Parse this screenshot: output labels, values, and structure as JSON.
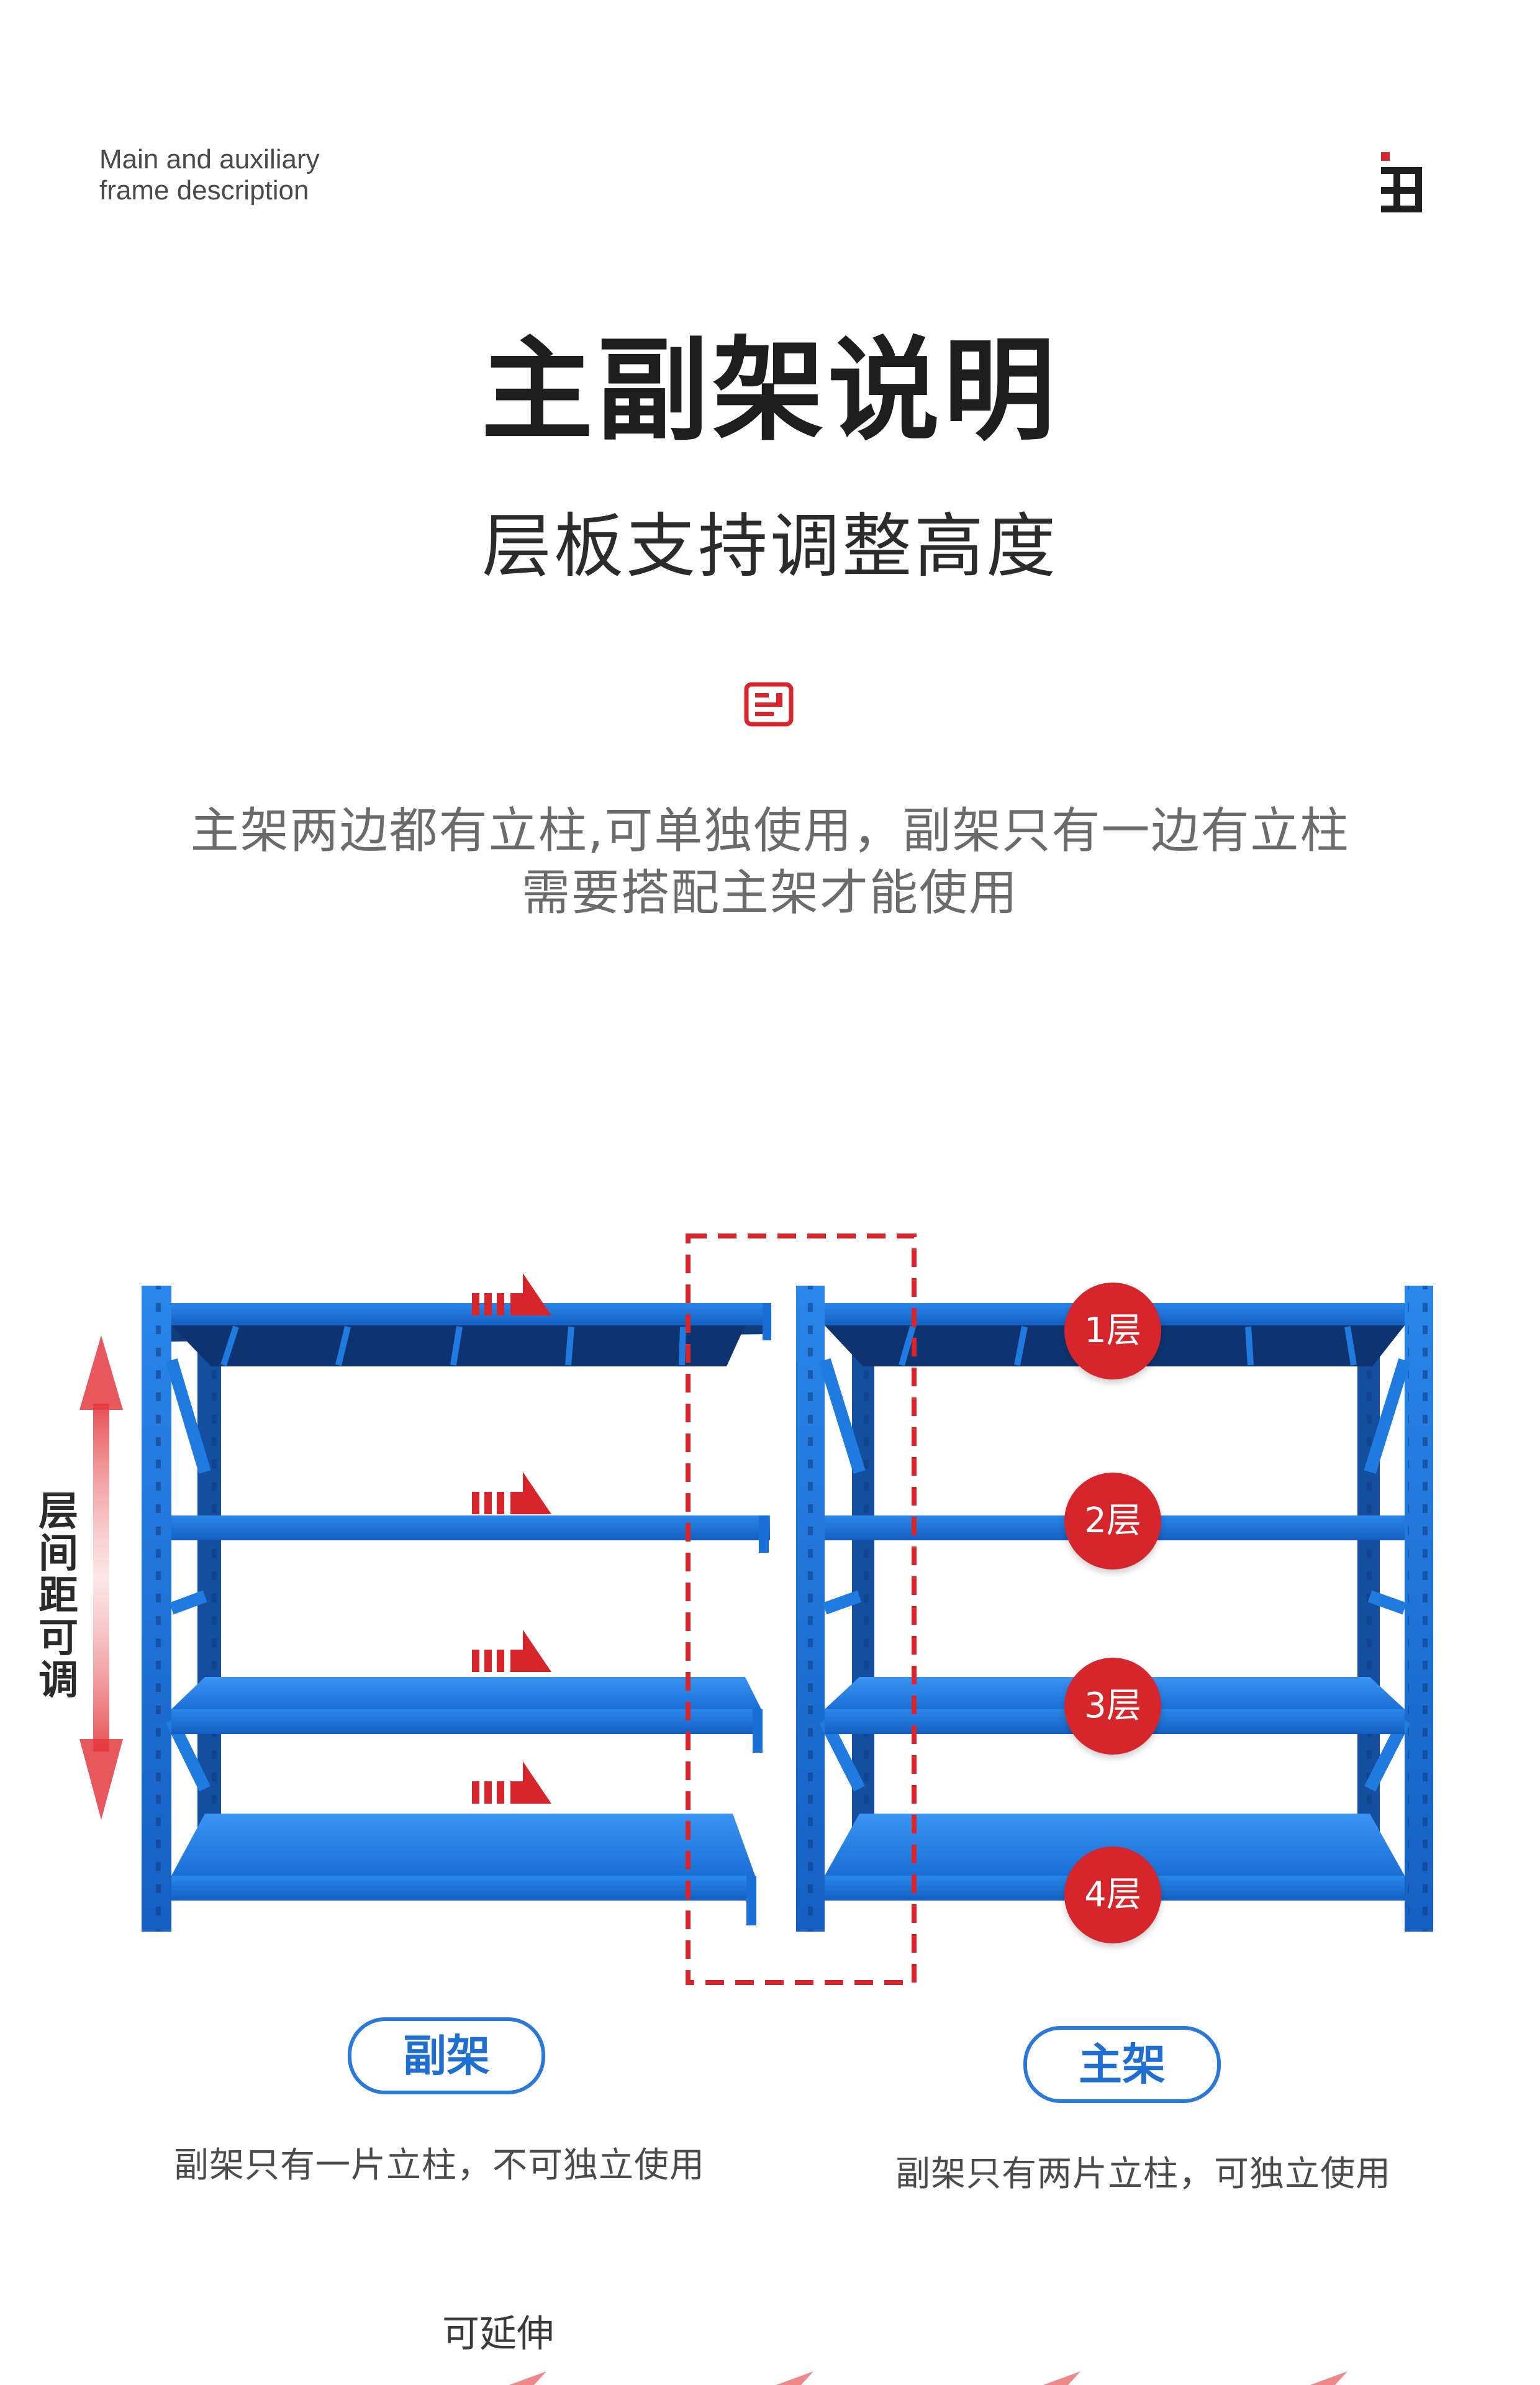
{
  "header": {
    "caption_line1": "Main and auxiliary",
    "caption_line2": "frame description",
    "title": "主副架说明",
    "subtitle": "层板支持调整高度"
  },
  "description": {
    "line1": "主架两边都有立柱,可单独使用，副架只有一边有立柱",
    "line2": "需要搭配主架才能使用"
  },
  "diagram": {
    "adjust_label": [
      "层",
      "间",
      "距",
      "可",
      "调"
    ],
    "layers": [
      "1层",
      "2层",
      "3层",
      "4层"
    ]
  },
  "labels": {
    "sub_frame": "副架",
    "main_frame": "主架",
    "sub_note": "副架只有一片立柱，不可独立使用",
    "main_note": "副架只有两片立柱，可独立使用",
    "extend": "可延伸"
  },
  "colors": {
    "rack_blue": "#1f7be0",
    "accent_red": "#d6252b",
    "pill_blue": "#2a79d8"
  },
  "icons": [
    "frame-logo-icon",
    "arrow-icon",
    "double-arrow-icon"
  ]
}
